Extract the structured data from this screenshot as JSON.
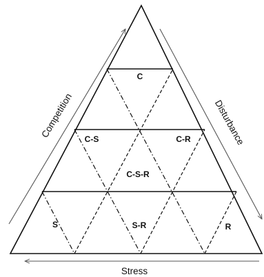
{
  "diagram": {
    "regions": {
      "c": "C",
      "cs": "C-S",
      "cr": "C-R",
      "csr": "C-S-R",
      "s": "S",
      "sr": "S-R",
      "r": "R"
    },
    "axes": {
      "competition": "Competition",
      "disturbance": "Disturbance",
      "stress": "Stress"
    },
    "colors": {
      "line": "#111111",
      "arrow": "#555555"
    }
  }
}
